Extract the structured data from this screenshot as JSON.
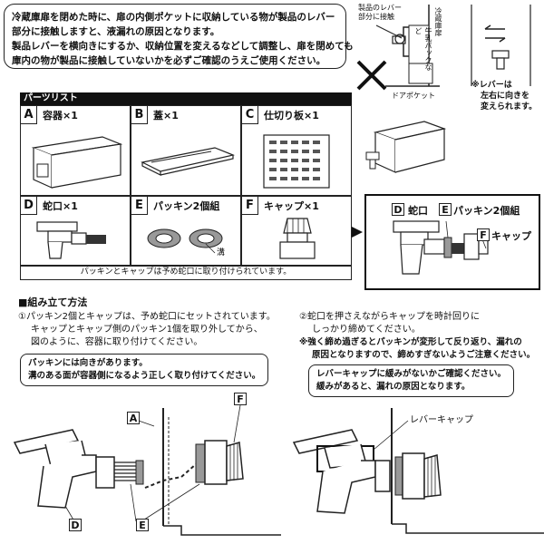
{
  "warning": {
    "lines": [
      "冷蔵庫扉を閉めた時に、扉の内側ポケットに収納している物が製品のレバー",
      "部分に接触しますと、液漏れの原因となります。",
      "製品レバーを横向きにするか、収納位置を変えるなどして調整し、扉を閉めても",
      "庫内の物が製品に接触していないかを必ずご確認のうえご使用ください。"
    ]
  },
  "fridge_diagram": {
    "lever_contact": "製品のレバー部分に接触",
    "milk_pack": "牛乳パックなど",
    "fridge_wall": "冷蔵庫扉",
    "door_pocket": "ドアポケット",
    "lever_note_1": "※レバーは",
    "lever_note_2": "左右に向きを",
    "lever_note_3": "変えられます。"
  },
  "parts": {
    "header": "パーツリスト",
    "items": [
      {
        "letter": "A",
        "name": "容器×1"
      },
      {
        "letter": "B",
        "name": "蓋×1"
      },
      {
        "letter": "C",
        "name": "仕切り板×1"
      },
      {
        "letter": "D",
        "name": "蛇口×1"
      },
      {
        "letter": "E",
        "name": "パッキン2個組"
      },
      {
        "letter": "F",
        "name": "キャップ×1"
      }
    ],
    "groove_label": "溝",
    "note": "パッキンとキャップは予め蛇口に取り付けられています。"
  },
  "callout": {
    "D": "D",
    "D_name": "蛇口",
    "E": "E",
    "E_name": "パッキン2個組",
    "F": "F",
    "F_name": "キャップ"
  },
  "assembly": {
    "title": "■組み立て方法",
    "step1": [
      "①パッキン2個とキャップは、予め蛇口にセットされています。",
      "キャップとキャップ側のパッキン1個を取り外してから、",
      "図のように、容器に取り付けてください。"
    ],
    "step1_box": [
      "パッキンには向きがあります。",
      "溝のある面が容器側になるよう正しく取り付けてください。"
    ],
    "step2": [
      "②蛇口を押さえながらキャップを時計回りに",
      "しっかり締めてください。",
      "※強く締め過ぎるとパッキンが変形して反り返り、漏れの",
      "原因となりますので、締めすぎないようご注意ください。"
    ],
    "step2_box": [
      "レバーキャップに緩みがないかご確認ください。",
      "緩みがあると、漏れの原因となります。"
    ],
    "fig1_labels": {
      "A": "A",
      "F": "F",
      "D": "D",
      "E": "E"
    },
    "fig2_label": "レバーキャップ"
  }
}
